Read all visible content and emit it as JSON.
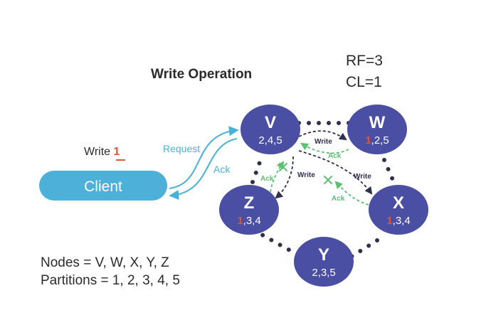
{
  "title": "Write Operation",
  "params": {
    "rf": "RF=3",
    "cl": "CL=1"
  },
  "client": {
    "label": "Client",
    "write_prefix": "Write ",
    "write_value": "1",
    "request_label": "Request",
    "ack_label": "Ack"
  },
  "nodes": {
    "V": {
      "name": "V",
      "partitions_rest": "2,4,5",
      "partitions_highlight": ""
    },
    "W": {
      "name": "W",
      "partitions_rest": ",2,5",
      "partitions_highlight": "1"
    },
    "Z": {
      "name": "Z",
      "partitions_rest": ",3,4",
      "partitions_highlight": "1"
    },
    "X": {
      "name": "X",
      "partitions_rest": ",3,4",
      "partitions_highlight": "1"
    },
    "Y": {
      "name": "Y",
      "partitions_rest": "2,3,5",
      "partitions_highlight": ""
    }
  },
  "edges": {
    "v_w_write": "Write",
    "w_v_ack": "Ack",
    "v_z_write": "Write",
    "z_v_ack": "Ack",
    "v_x_write": "Write",
    "x_v_ack": "Ack"
  },
  "legend": {
    "nodes": "Nodes = V, W, X, Y, Z",
    "partitions": "Partitions = 1, 2, 3, 4, 5"
  },
  "colors": {
    "node_fill": "#4a4fa3",
    "client_fill": "#4cb0d8",
    "request_line": "#4ab1d6",
    "highlight": "#e8532b",
    "write_arrow": "#2f2f4e",
    "ack_arrow": "#5bbf74"
  }
}
